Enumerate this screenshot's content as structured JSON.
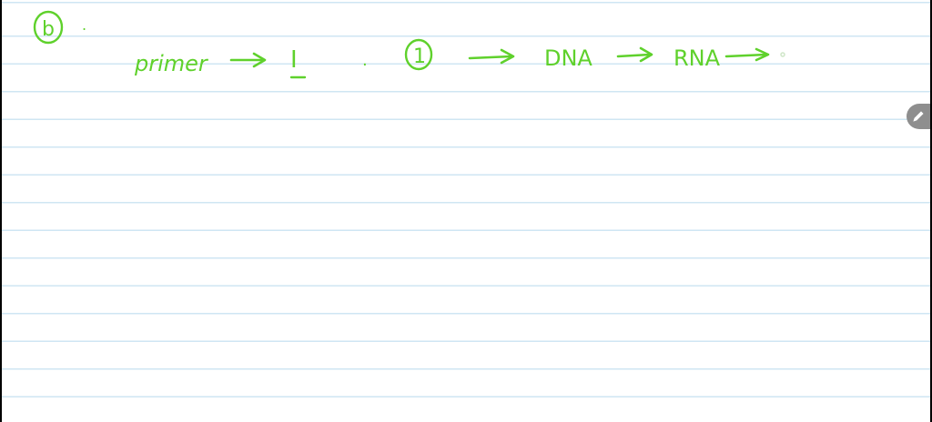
{
  "notebook": {
    "ink_color": "#5fd12c",
    "rule_color": "#cfe6f3",
    "line1": {
      "part_label": "b",
      "dot": "."
    },
    "line2": {
      "word_primer": "primer",
      "arrow": "→",
      "roman_numeral": "I",
      "dot": ".",
      "circled_number": "1",
      "word_dna": "DNA",
      "word_rna": "RNA"
    }
  },
  "toolbar": {
    "pen_icon": "pencil-icon"
  }
}
